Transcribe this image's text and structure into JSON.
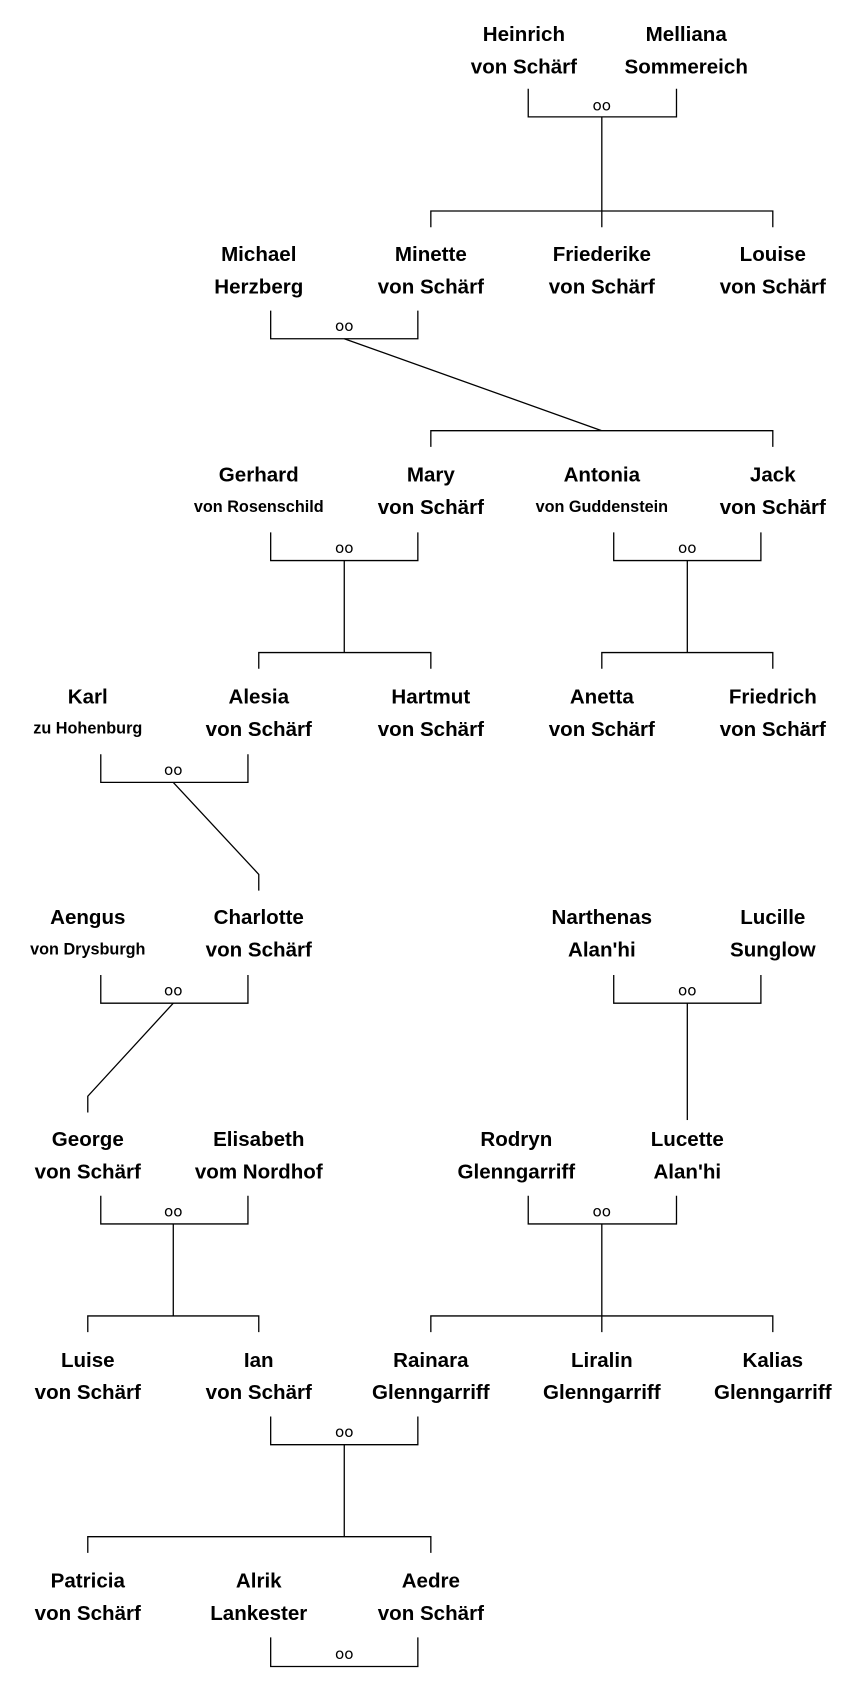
{
  "marriage_symbol": "oo",
  "people": [
    {
      "first": "Heinrich",
      "last": "von Schärf"
    },
    {
      "first": "Melliana",
      "last": "Sommereich"
    },
    {
      "first": "Michael",
      "last": "Herzberg"
    },
    {
      "first": "Minette",
      "last": "von Schärf"
    },
    {
      "first": "Friederike",
      "last": "von Schärf"
    },
    {
      "first": "Louise",
      "last": "von Schärf"
    },
    {
      "first": "Gerhard",
      "last": "von Rosenschild"
    },
    {
      "first": "Mary",
      "last": "von Schärf"
    },
    {
      "first": "Antonia",
      "last": "von Guddenstein"
    },
    {
      "first": "Jack",
      "last": "von Schärf"
    },
    {
      "first": "Karl",
      "last": "zu Hohenburg"
    },
    {
      "first": "Alesia",
      "last": "von Schärf"
    },
    {
      "first": "Hartmut",
      "last": "von Schärf"
    },
    {
      "first": "Anetta",
      "last": "von Schärf"
    },
    {
      "first": "Friedrich",
      "last": "von Schärf"
    },
    {
      "first": "Aengus",
      "last": "von Drysburgh"
    },
    {
      "first": "Charlotte",
      "last": "von Schärf"
    },
    {
      "first": "Narthenas",
      "last": "Alan'hi"
    },
    {
      "first": "Lucille",
      "last": "Sunglow"
    },
    {
      "first": "George",
      "last": "von Schärf"
    },
    {
      "first": "Elisabeth",
      "last": "vom Nordhof"
    },
    {
      "first": "Rodryn",
      "last": "Glenngarriff"
    },
    {
      "first": "Lucette",
      "last": "Alan'hi"
    },
    {
      "first": "Luise",
      "last": "von Schärf"
    },
    {
      "first": "Ian",
      "last": "von Schärf"
    },
    {
      "first": "Rainara",
      "last": "Glenngarriff"
    },
    {
      "first": "Liralin",
      "last": "Glenngarriff"
    },
    {
      "first": "Kalias",
      "last": "Glenngarriff"
    },
    {
      "first": "Patricia",
      "last": "von Schärf"
    },
    {
      "first": "Alrik",
      "last": "Lankester"
    },
    {
      "first": "Aedre",
      "last": "von Schärf"
    }
  ]
}
